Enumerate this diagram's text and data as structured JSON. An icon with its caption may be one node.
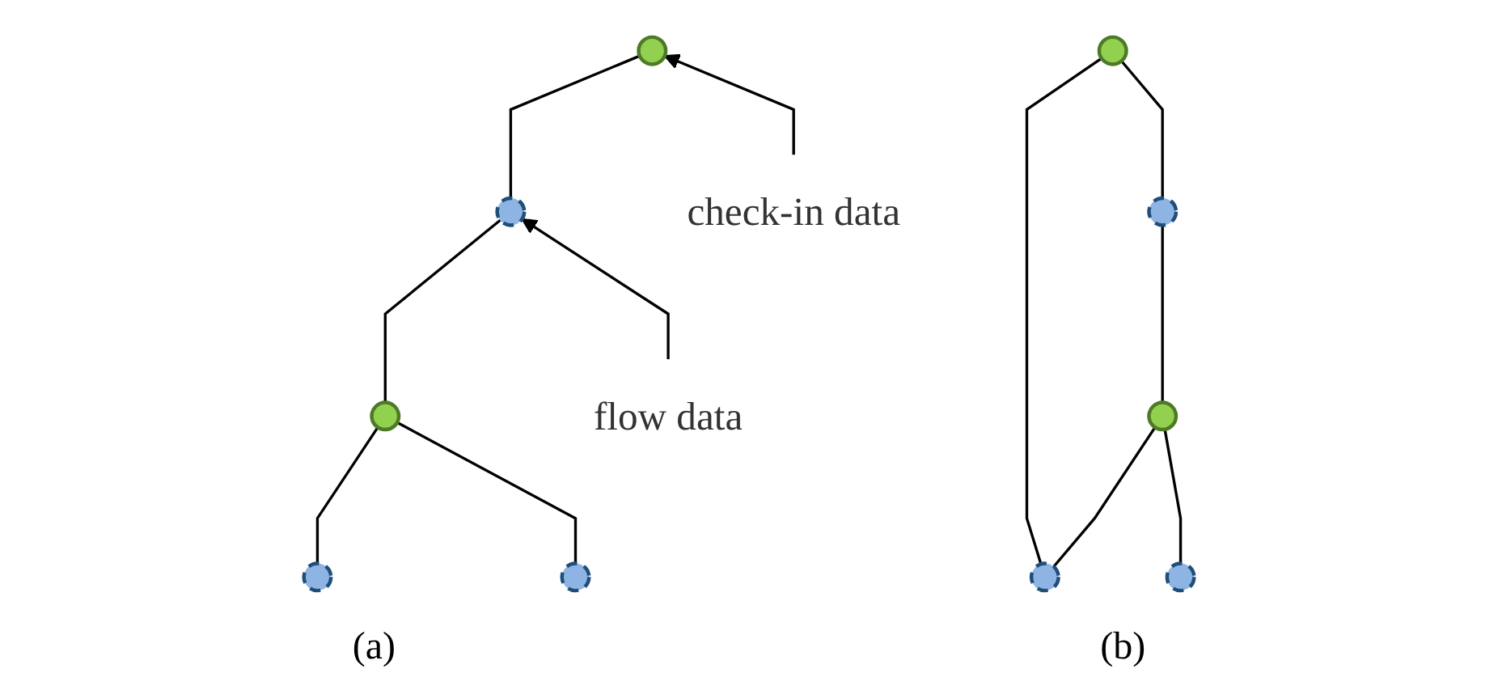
{
  "diagram": {
    "nodes": [
      {
        "text": [],
        "shape": "circle"
      },
      {
        "text": [],
        "shape": "circle"
      },
      {
        "text": [],
        "shape": "circle"
      },
      {
        "text": [],
        "shape": "circle"
      },
      {
        "text": [],
        "shape": "circle"
      },
      {
        "text": [
          "check-in data"
        ]
      },
      {
        "text": [
          "flow data"
        ]
      },
      {
        "text": [],
        "shape": "circle"
      },
      {
        "text": [],
        "shape": "circle"
      },
      {
        "text": [],
        "shape": "circle"
      },
      {
        "text": [],
        "shape": "circle"
      },
      {
        "text": [],
        "shape": "circle"
      }
    ],
    "edges": [
      {
        "from": 2,
        "to": 1,
        "arrow": "none"
      },
      {
        "from": 3,
        "to": 1,
        "arrow": "none"
      },
      {
        "from": 1,
        "to": 4,
        "arrow": "none"
      },
      {
        "from": 4,
        "to": 0,
        "arrow": "none"
      },
      {
        "from": 5,
        "to": 0,
        "arrow": "to"
      },
      {
        "from": 6,
        "to": 4,
        "arrow": "to"
      },
      {
        "from": 9,
        "to": 7,
        "arrow": "none"
      },
      {
        "from": 9,
        "to": 8,
        "arrow": "none"
      },
      {
        "from": 10,
        "to": 8,
        "arrow": "none"
      },
      {
        "from": 8,
        "to": 11,
        "arrow": "none"
      },
      {
        "from": 11,
        "to": 7,
        "arrow": "none"
      }
    ],
    "labels": [
      "(a)",
      "(b)"
    ]
  }
}
